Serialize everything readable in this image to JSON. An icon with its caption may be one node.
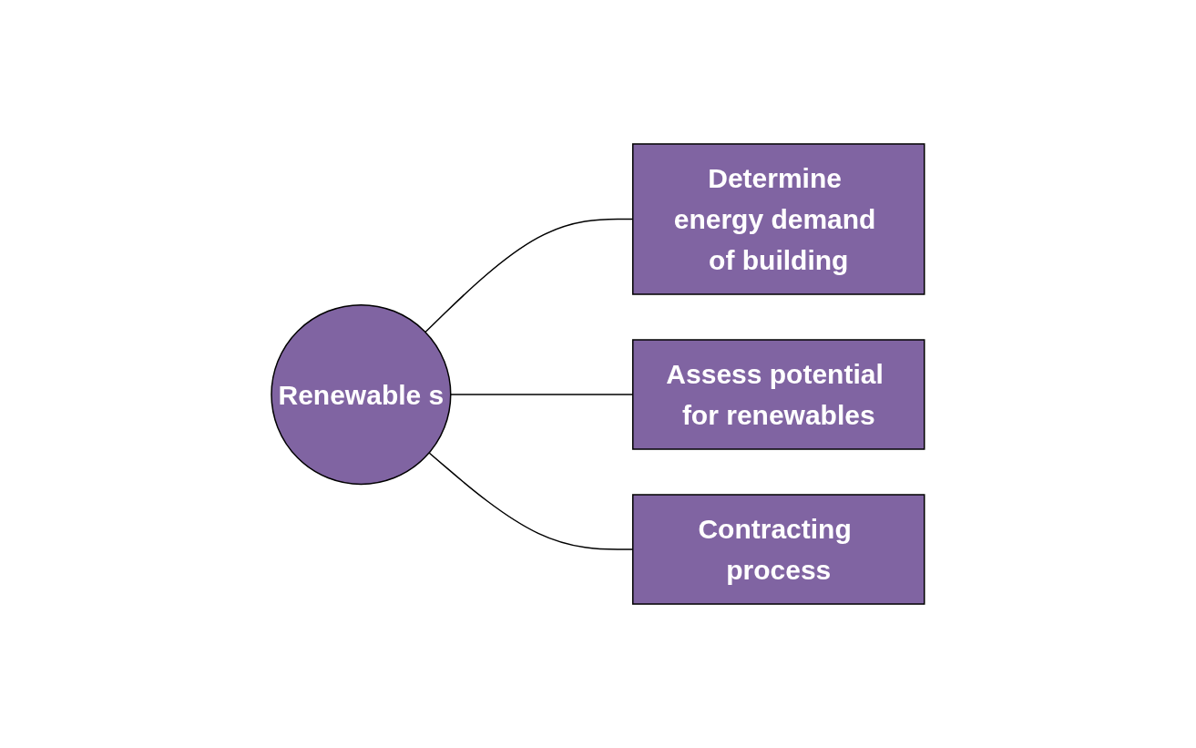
{
  "diagram": {
    "nodes": [
      {
        "text": [
          "Renewable s"
        ]
      },
      {
        "text": [
          "Determine energy demand of building"
        ]
      },
      {
        "text": [
          "Assess potential for renewables"
        ]
      },
      {
        "text": [
          "Contracting process"
        ]
      }
    ],
    "edges": [
      {
        "from": 0,
        "to": 1,
        "arrow": "none"
      },
      {
        "from": 0,
        "to": 2,
        "arrow": "none"
      },
      {
        "from": 0,
        "to": 3,
        "arrow": "none"
      }
    ]
  }
}
